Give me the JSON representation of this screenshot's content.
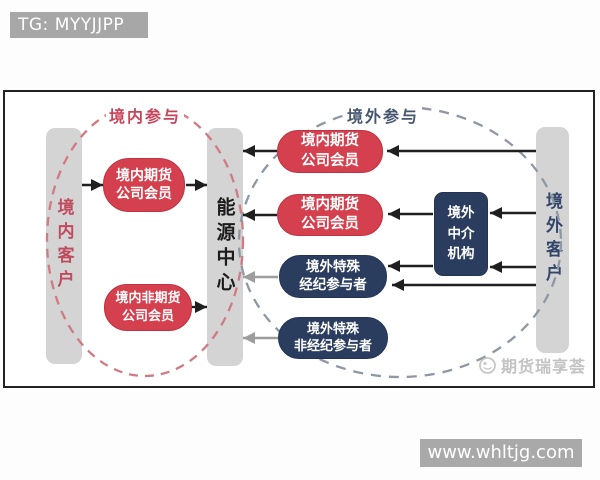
{
  "header": {
    "tg_badge": "TG: MYYJJPP"
  },
  "diagram": {
    "participation_labels": {
      "domestic": "境内参与",
      "overseas": "境外参与"
    },
    "pillars": {
      "domestic_customers": "境内客户",
      "energy_center": "能源中心",
      "overseas_customers": "境外客户"
    },
    "nodes": {
      "domestic_futures_member_left": "境内期货\n公司会员",
      "domestic_non_futures_member": "境内非期货\n公司会员",
      "domestic_futures_member_right_1": "境内期货\n公司会员",
      "domestic_futures_member_right_2": "境内期货\n公司会员",
      "overseas_special_broker": "境外特殊\n经纪参与者",
      "overseas_special_non_broker": "境外特殊\n非经纪参与者",
      "overseas_intermediary": "境外\n中介\n机构"
    },
    "watermark": "期货瑞享荟"
  },
  "footer": {
    "website": "www.whltjg.com"
  },
  "colors": {
    "red_node": "#d5404e",
    "navy_node": "#2b3d5f",
    "pillar_gray": "#d4d4d4",
    "domestic_dash": "#d07b82",
    "overseas_dash": "#8e97a4",
    "black_arrow": "#1f1f1f",
    "gray_arrow": "#9d9d9d",
    "banner_gray": "#a8a8a8",
    "watermark_gray": "#c3c3c3"
  }
}
